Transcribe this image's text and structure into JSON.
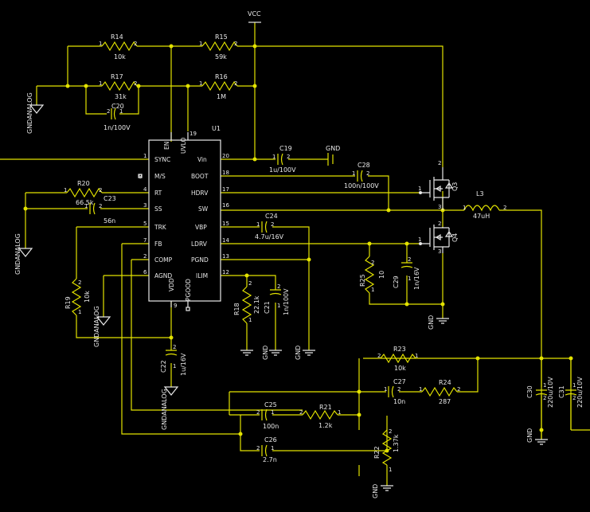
{
  "power": {
    "vcc": "VCC",
    "gnd": "GND",
    "gndanalog": "GNDANALOG"
  },
  "ic": {
    "ref": "U1",
    "pins_left": [
      {
        "name": "SYNC",
        "num": "1"
      },
      {
        "name": "M/S",
        "num": "8"
      },
      {
        "name": "RT",
        "num": "4"
      },
      {
        "name": "SS",
        "num": "3"
      },
      {
        "name": "TRK",
        "num": "5"
      },
      {
        "name": "FB",
        "num": "7"
      },
      {
        "name": "COMP",
        "num": "2"
      },
      {
        "name": "AGND",
        "num": "6"
      }
    ],
    "pins_right": [
      {
        "name": "Vin",
        "num": "20"
      },
      {
        "name": "BOOT",
        "num": "18"
      },
      {
        "name": "HDRV",
        "num": "17"
      },
      {
        "name": "SW",
        "num": "16"
      },
      {
        "name": "VBP",
        "num": "15"
      },
      {
        "name": "LDRV",
        "num": "14"
      },
      {
        "name": "PGND",
        "num": "13"
      },
      {
        "name": "ILIM",
        "num": "12"
      }
    ],
    "pins_top": [
      {
        "name": "EN",
        "num": ""
      },
      {
        "name": "UVLO",
        "num": "19"
      }
    ],
    "pins_bottom": [
      {
        "name": "VDD",
        "num": "9"
      },
      {
        "name": "PGOOD",
        "num": ""
      }
    ]
  },
  "components": {
    "R14": {
      "ref": "R14",
      "val": "10k"
    },
    "R15": {
      "ref": "R15",
      "val": "59k"
    },
    "R16": {
      "ref": "R16",
      "val": "1M"
    },
    "R17": {
      "ref": "R17",
      "val": "31k"
    },
    "C20": {
      "ref": "C20",
      "val": "1n/100V"
    },
    "C19": {
      "ref": "C19",
      "val": "1u/100V"
    },
    "C28": {
      "ref": "C28",
      "val": "100n/100V"
    },
    "R20": {
      "ref": "R20",
      "val": "66.5k"
    },
    "C23": {
      "ref": "C23",
      "val": "56n"
    },
    "C24": {
      "ref": "C24",
      "val": "4.7u/16V"
    },
    "R25": {
      "ref": "R25",
      "val": "10"
    },
    "C29": {
      "ref": "C29",
      "val": "1n/16V"
    },
    "R18": {
      "ref": "R18",
      "val": "22.1k"
    },
    "C21": {
      "ref": "C21",
      "val": "1n/100V"
    },
    "R19": {
      "ref": "R19",
      "val": "10k"
    },
    "C22": {
      "ref": "C22",
      "val": "1u/16V"
    },
    "L3": {
      "ref": "L3",
      "val": "47uH"
    },
    "Q3": {
      "ref": "Q3"
    },
    "Q4": {
      "ref": "Q4"
    },
    "R23": {
      "ref": "R23",
      "val": "10k"
    },
    "C27": {
      "ref": "C27",
      "val": "10n"
    },
    "R24": {
      "ref": "R24",
      "val": "287"
    },
    "C25": {
      "ref": "C25",
      "val": "100n"
    },
    "R21": {
      "ref": "R21",
      "val": "1.2k"
    },
    "C26": {
      "ref": "C26",
      "val": "2.7n"
    },
    "R22": {
      "ref": "R22",
      "val": "1.37k"
    },
    "C30": {
      "ref": "C30",
      "val": "220u/10V"
    },
    "C31": {
      "ref": "C31",
      "val": "220u/10V"
    }
  },
  "pin_nums": {
    "one": "1",
    "two": "2",
    "three": "3",
    "nineteen": "19"
  }
}
